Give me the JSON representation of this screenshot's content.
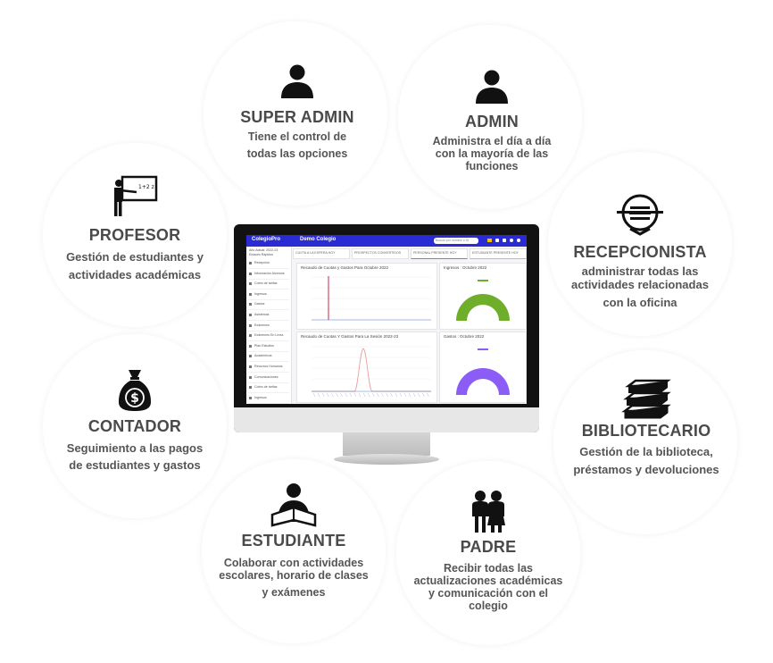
{
  "roles": [
    {
      "key": "super_admin",
      "title": "SUPER ADMIN",
      "desc": [
        "Tiene el control de",
        "todas las opciones"
      ]
    },
    {
      "key": "admin",
      "title": "ADMIN",
      "desc": [
        "Administra el día a día",
        "con la mayoría de las",
        "funciones"
      ]
    },
    {
      "key": "profesor",
      "title": "PROFESOR",
      "desc": [
        "Gestión de estudiantes y",
        "actividades académicas"
      ]
    },
    {
      "key": "recepcionista",
      "title": "RECEPCIONISTA",
      "desc": [
        "administrar todas las",
        "actividades relacionadas",
        "con la oficina"
      ]
    },
    {
      "key": "contador",
      "title": "CONTADOR",
      "desc": [
        "Seguimiento a las pagos",
        "de estudiantes y gastos"
      ]
    },
    {
      "key": "bibliotecario",
      "title": "BIBLIOTECARIO",
      "desc": [
        "Gestión de la biblioteca,",
        "préstamos y devoluciones"
      ]
    },
    {
      "key": "estudiante",
      "title": "ESTUDIANTE",
      "desc": [
        "Colaborar con actividades",
        "escolares, horario de clases",
        "y exámenes"
      ]
    },
    {
      "key": "padre",
      "title": "PADRE",
      "desc": [
        "Recibir todas las",
        "actualizaciones académicas",
        "y comunicación con el",
        "colegio"
      ]
    }
  ],
  "screen": {
    "logo": "ColegioPro",
    "school": "Demo Colegio",
    "search_placeholder": "Buscar por nombre o ID",
    "session_line1": "Año Actual: 2022-23",
    "session_line2": "Enlaces Rápidos",
    "stats": [
      "CUOTA A LA ESPERA HOY",
      "PROSPECTOS CONVERTIDOS",
      "PERSONAL PRESENTE HOY",
      "ESTUDIANTE PRESENTE HOY"
    ],
    "sidebar": [
      "Recepción",
      "Información Alumnos",
      "Cobro de tarifas",
      "Ingresos",
      "Gastos",
      "Asistencia",
      "Exámenes",
      "Exámenes En Línea",
      "Plan Estudios",
      "Académicos",
      "Recursos Humanos",
      "Comunicaciones",
      "Cobro de tarifas",
      "Ingresos"
    ],
    "panel1": "Recaudo de Cuotas y Gastos Para Octubre 2022",
    "panel2": "Ingresos : Octubre 2022",
    "panel3": "Recaudo de Cuotas Y Gastos Para La Sesión 2022-23",
    "panel4": "Gastos : Octubre 2022"
  },
  "colors": {
    "topbar": "#2b2bd3",
    "income_gauge": "#6fae2b",
    "expense_gauge": "#8b5cf6",
    "line1": "#d64a6b",
    "line2": "#e8a0a0"
  }
}
